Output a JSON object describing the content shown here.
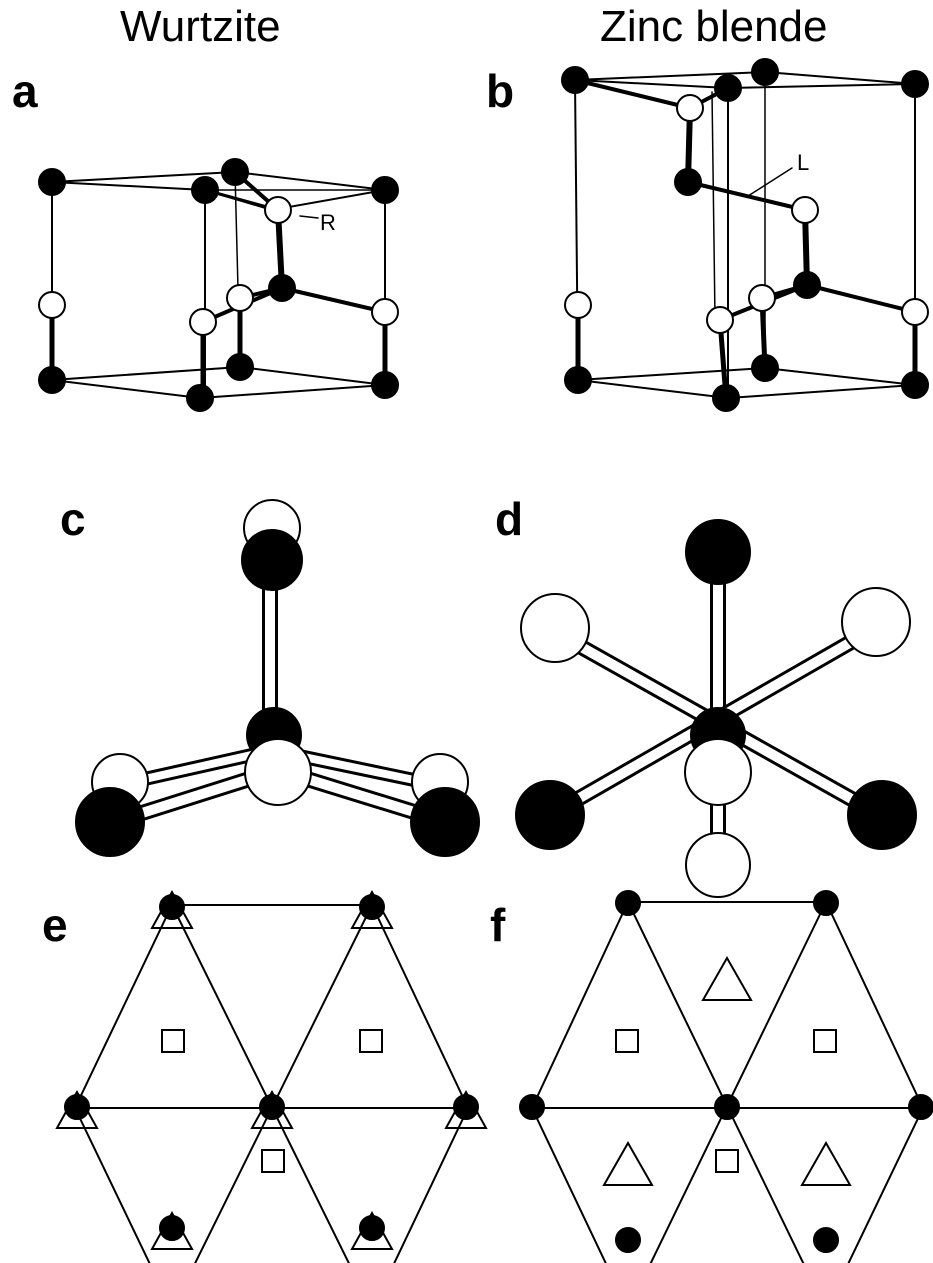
{
  "titles": {
    "left": "Wurtzite",
    "right": "Zinc blende"
  },
  "panel_labels": {
    "a": "a",
    "b": "b",
    "c": "c",
    "d": "d",
    "e": "e",
    "f": "f"
  },
  "annotations": {
    "R": "R",
    "L": "L"
  },
  "colors": {
    "atom_dark": "#000000",
    "atom_light": "#ffffff",
    "line": "#000000",
    "background": "#ffffff"
  },
  "legend_symbols": [
    "filled-circle",
    "open-triangle",
    "open-square"
  ]
}
